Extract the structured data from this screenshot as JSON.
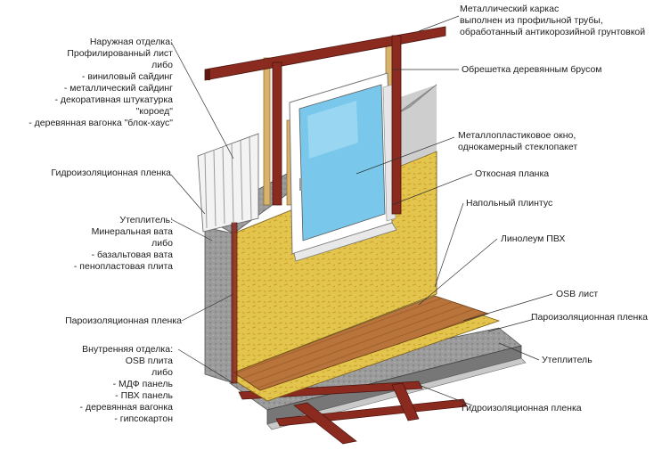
{
  "labels": {
    "outer_finish": "Наружная отделка:\nПрофилированный лист\nлибо\n- виниловый сайдинг\n- металлический сайдинг\n- декоративная штукатурка \"короед\"\n- деревянная вагонка \"блок-хаус\"",
    "waterproof_wall": "Гидроизоляционная пленка",
    "insulation": "Утеплитель:\nМинеральная вата\nлибо\n- базальтовая вата\n- пенопластовая плита",
    "vapor_wall": "Пароизоляционная пленка",
    "inner_finish": "Внутренняя отделка:\nOSB плита\nлибо\n- МДФ панель\n- ПВХ панель\n- деревянная вагонка\n- гипсокартон",
    "metal_frame": "Металлический каркас\nвыполнен из профильной трубы,\nобработанный антикорозийной грунтовкой",
    "battens": "Обрешетка деревянным брусом",
    "window": "Металлопластиковое окно,\nоднокамерный стеклопакет",
    "slope_strip": "Откосная планка",
    "skirting": "Напольный плинтус",
    "linoleum": "Линолеум ПВХ",
    "osb_floor": "OSB лист",
    "vapor_floor": "Пароизоляционная пленка",
    "insulation_floor": "Утеплитель",
    "waterproof_floor": "Гидроизоляционная пленка"
  },
  "colors": {
    "steel": "#8b2a1f",
    "steel_dark": "#5e1a12",
    "osb": "#e2c14a",
    "floor_wood": "#b8743a",
    "insulation": "#9a9a9a",
    "glass": "#79c8ec",
    "batten": "#d9b36b",
    "siding": "#f3f3f3"
  }
}
